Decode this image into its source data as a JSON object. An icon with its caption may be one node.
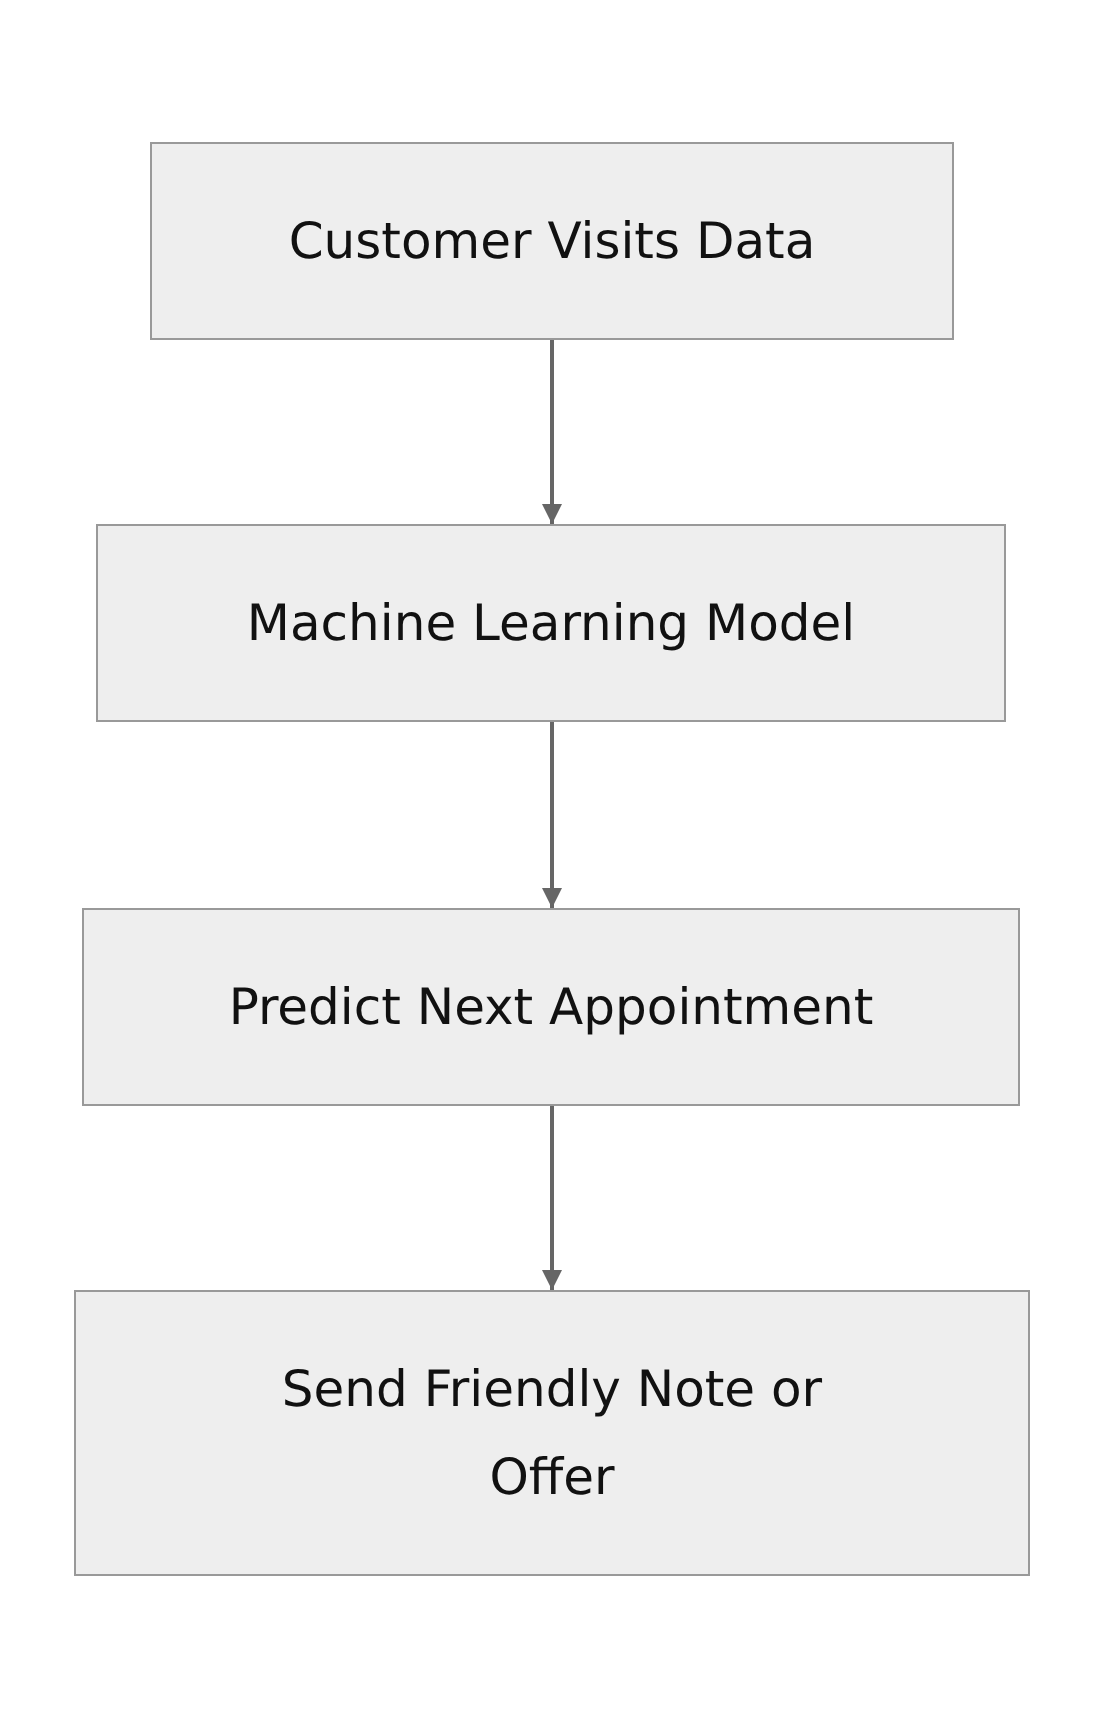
{
  "diagram": {
    "nodes": [
      {
        "text": [
          "Customer Visits Data"
        ]
      },
      {
        "text": [
          "Machine Learning Model"
        ]
      },
      {
        "text": [
          "Predict Next Appointment"
        ]
      },
      {
        "text": [
          "Send Friendly Note or Offer"
        ]
      }
    ],
    "edges": [
      {
        "from": 0,
        "to": 1,
        "arrow": "to"
      },
      {
        "from": 1,
        "to": 2,
        "arrow": "to"
      },
      {
        "from": 2,
        "to": 3,
        "arrow": "to"
      }
    ]
  }
}
